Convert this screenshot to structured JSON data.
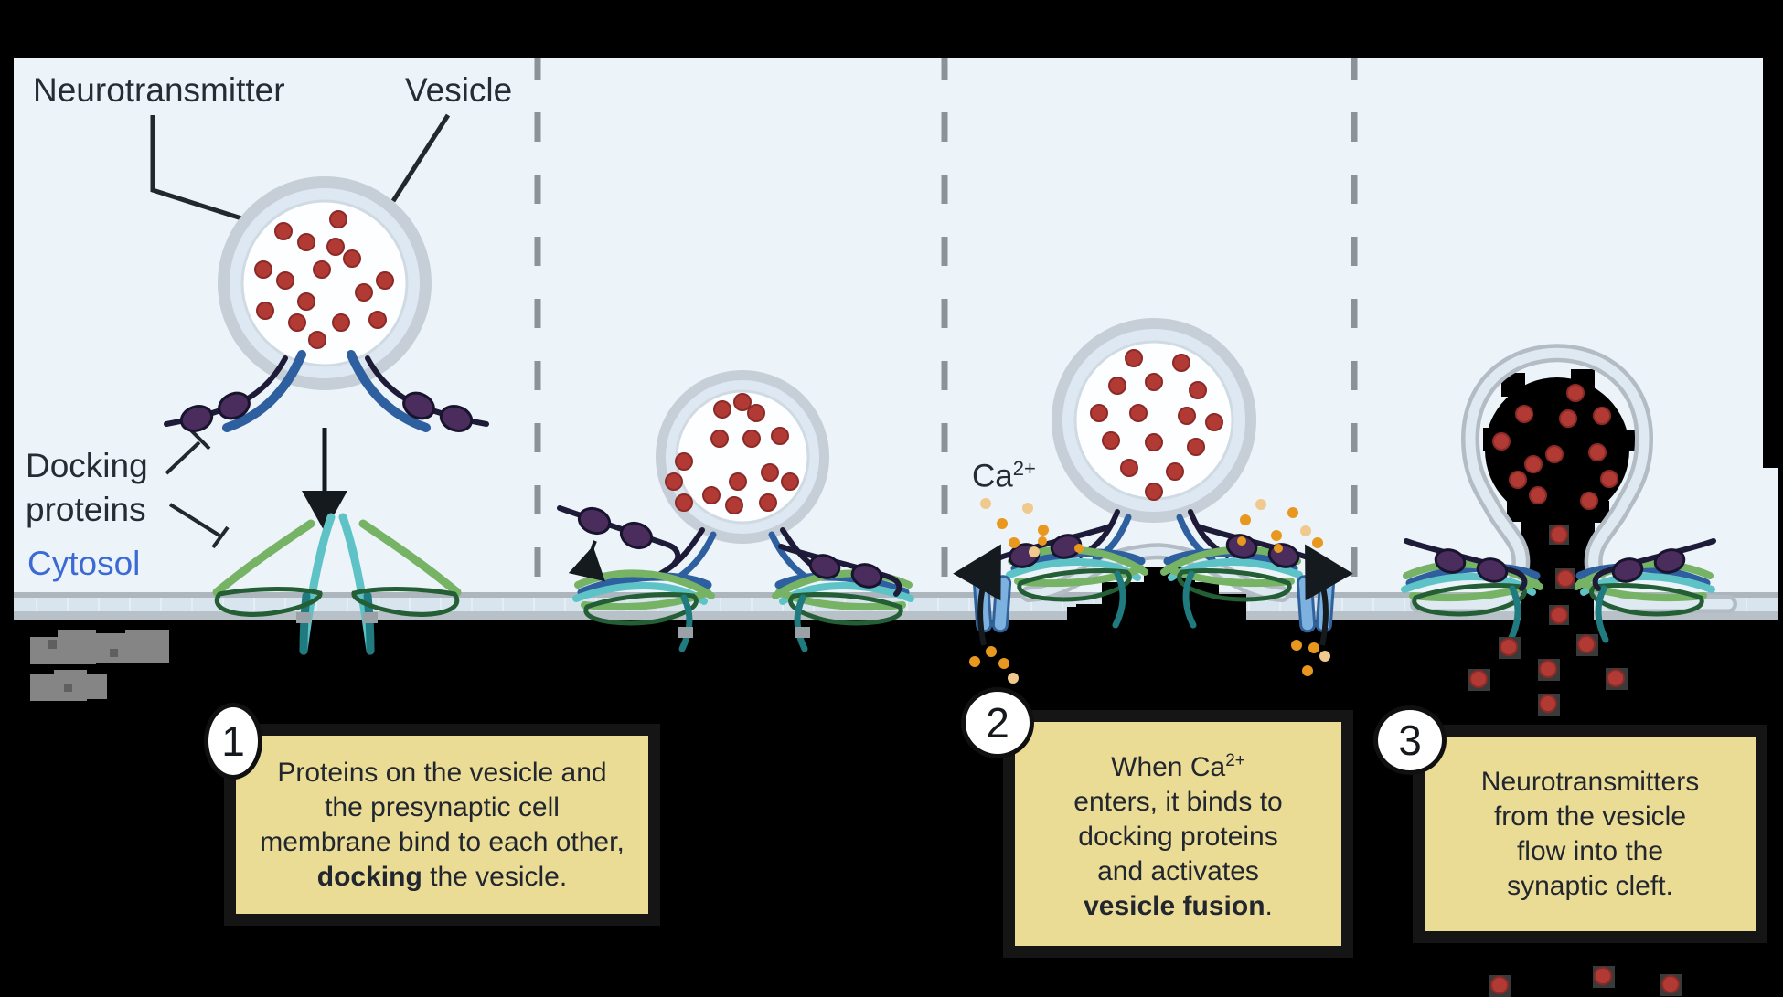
{
  "labels": {
    "neurotransmitter": "Neurotransmitter",
    "vesicle": "Vesicle",
    "docking_line1": "Docking",
    "docking_line2": "proteins",
    "cytosol": "Cytosol",
    "calcium_base": "Ca",
    "calcium_sup": "2+"
  },
  "steps": [
    {
      "number": "1",
      "lines": [
        "Proteins on the vesicle and",
        "the presynaptic cell",
        "membrane bind to each other,"
      ],
      "bold": "docking",
      "after_bold": " the vesicle."
    },
    {
      "number": "2",
      "line1_base": "When Ca",
      "line1_sup": "2+",
      "lines": [
        "enters, it binds to",
        "docking proteins",
        "and activates"
      ],
      "bold": "vesicle fusion",
      "after_bold": "."
    },
    {
      "number": "3",
      "lines": [
        "Neurotransmitters",
        "from the vesicle",
        "flow into the",
        "synaptic cleft."
      ]
    }
  ],
  "colors": {
    "background": "#000000",
    "panel_bg": "#ecf3f9",
    "membrane_fill": "#d8e5ef",
    "membrane_edge": "#adb6bd",
    "note_bg": "#ebdc95",
    "note_frame": "#151515",
    "vesicle_ring": "#c6cfd7",
    "neurotransmitter_red": "#b23a35",
    "calcium_orange": "#e8981e",
    "protein_purple": "#4a2d5c",
    "protein_blue": "#2e5f9f",
    "protein_green": "#76b365",
    "protein_teal": "#5ec3c6",
    "channel_blue": "#7db2e0",
    "cytosol_blue": "#3b6ad5",
    "divider_gray": "#8b9298"
  }
}
